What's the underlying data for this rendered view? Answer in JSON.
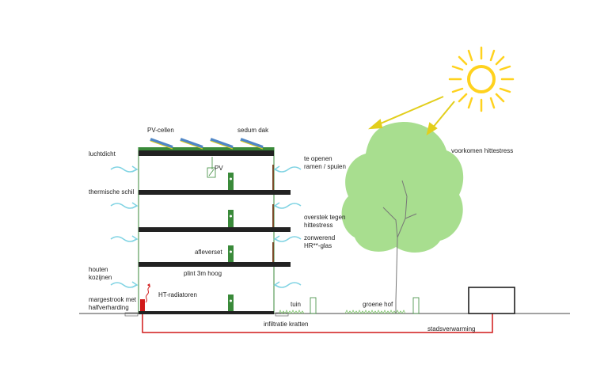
{
  "colors": {
    "background": "#ffffff",
    "floor_slab": "#222222",
    "tree_canopy": "#a8de8f",
    "sun": "#ffd21e",
    "heat_arrow": "#e2ce1c",
    "air_arrow": "#7fd3e3",
    "district_heating_pipe": "#d11919",
    "plant_green": "#3a8a3a",
    "solar_panel": "#4f86c6"
  },
  "labels": {
    "pv_cells": "PV-cellen",
    "sedum_roof": "sedum dak",
    "airtight": "luchtdicht",
    "thermal_shell": "thermische schil",
    "wooden_frames": "houten\nkozijnen",
    "margin_strip": "margestrook met\nhalfverharding",
    "ht_radiators": "HT-radiatoren",
    "pv": "PV",
    "windows_open": "te openen\nramen / spuien",
    "overhang": "overstek tegen\nhittestress",
    "sun_glass": "zonwerend\nHR**-glas",
    "finish_level": "afleverset",
    "plinth": "plint 3m hoog",
    "garden": "tuin",
    "green_court": "groene hof",
    "infiltration": "infiltratie kratten",
    "district_heating": "stadsverwarming",
    "heat_stress": "voorkomen hittestress"
  }
}
